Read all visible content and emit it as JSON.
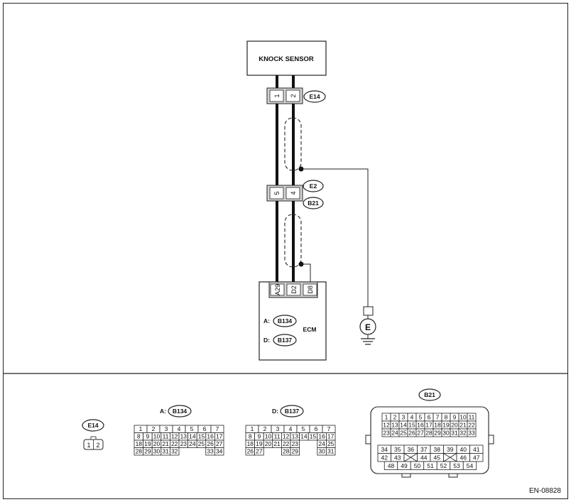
{
  "main": {
    "knock_sensor": "KNOCK SENSOR",
    "e14_pins": [
      "1",
      "2"
    ],
    "e14_label": "E14",
    "e2_pins": [
      "5",
      "4"
    ],
    "e2_label": "E2",
    "b21_label": "B21",
    "ecm_pins": [
      "A29",
      "D2",
      "D8"
    ],
    "ecm_label": "ECM",
    "ecm_conn_a_prefix": "A:",
    "ecm_conn_a": "B134",
    "ecm_conn_d_prefix": "D:",
    "ecm_conn_d": "B137",
    "ground_symbol": "E"
  },
  "connectors": {
    "e14": {
      "label": "E14",
      "pins": [
        "1",
        "2"
      ]
    },
    "b134": {
      "prefix": "A:",
      "label": "B134",
      "rows": [
        [
          "1",
          "2",
          "3",
          "4",
          "5",
          "6",
          "7"
        ],
        [
          "8",
          "9",
          "10",
          "11",
          "12",
          "13",
          "14",
          "15",
          "16",
          "17"
        ],
        [
          "18",
          "19",
          "20",
          "21",
          "22",
          "23",
          "24",
          "25",
          "26",
          "27"
        ],
        [
          "28",
          "29",
          "30",
          "31",
          "32",
          "33",
          "34"
        ]
      ]
    },
    "b137": {
      "prefix": "D:",
      "label": "B137",
      "rows": [
        [
          "1",
          "2",
          "3",
          "4",
          "5",
          "6",
          "7"
        ],
        [
          "8",
          "9",
          "10",
          "11",
          "12",
          "13",
          "14",
          "15",
          "16",
          "17"
        ],
        [
          "18",
          "19",
          "20",
          "21",
          "22",
          "23",
          "24",
          "25"
        ],
        [
          "26",
          "27",
          "28",
          "29",
          "30",
          "31"
        ]
      ]
    },
    "b21": {
      "label": "B21",
      "upper_rows": [
        [
          "1",
          "2",
          "3",
          "4",
          "5",
          "6",
          "7",
          "8",
          "9",
          "10",
          "11"
        ],
        [
          "12",
          "13",
          "14",
          "15",
          "16",
          "17",
          "18",
          "19",
          "20",
          "21",
          "22"
        ],
        [
          "23",
          "24",
          "25",
          "26",
          "27",
          "28",
          "29",
          "30",
          "31",
          "32",
          "33"
        ]
      ],
      "lower_rows": [
        [
          "34",
          "35",
          "36",
          "37",
          "38",
          "39",
          "40",
          "41"
        ],
        [
          "42",
          "43",
          "",
          "44",
          "45",
          "",
          "46",
          "47"
        ],
        [
          "48",
          "49",
          "50",
          "51",
          "52",
          "53",
          "54"
        ]
      ]
    }
  },
  "footer": {
    "code": "EN-08828"
  }
}
